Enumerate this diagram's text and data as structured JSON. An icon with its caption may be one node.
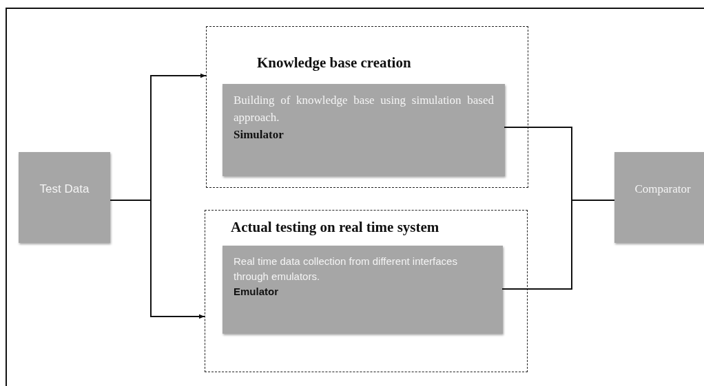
{
  "diagram": {
    "nodes": [
      {
        "text": [
          "Test Data"
        ]
      },
      {
        "text": [
          "Knowledge base creation"
        ]
      },
      {
        "text": [
          "Building of knowledge base using simulation based approach.",
          "Simulator"
        ],
        "in": 1
      },
      {
        "text": [
          "Actual testing on real time system"
        ]
      },
      {
        "text": [
          "Real time data collection from different interfaces through emulators.",
          "Emulator"
        ],
        "in": 3
      },
      {
        "text": [
          "Comparator"
        ]
      }
    ],
    "edges": [
      {
        "from": 0,
        "to": 1,
        "arrow": "to"
      },
      {
        "from": 0,
        "to": 3,
        "arrow": "to"
      },
      {
        "from": 2,
        "to": 5,
        "arrow": "none"
      },
      {
        "from": 4,
        "to": 5,
        "arrow": "none"
      }
    ]
  }
}
